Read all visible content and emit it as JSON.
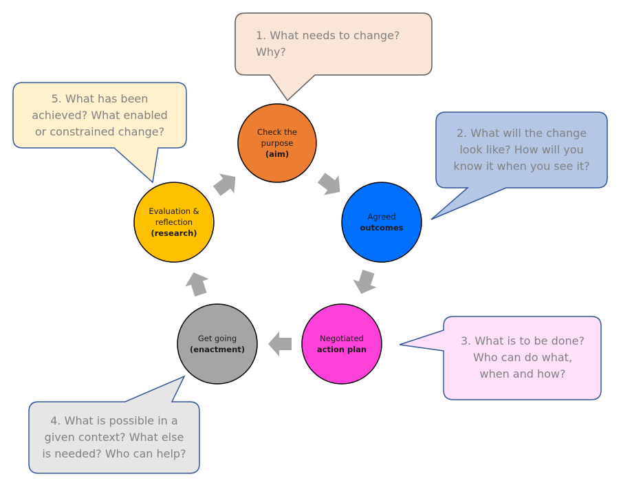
{
  "diagram": {
    "type": "cycle",
    "steps": [
      {
        "id": "aim",
        "line1": "Check the",
        "line2": "purpose",
        "bold": "(aim)",
        "color": "#ED7D31"
      },
      {
        "id": "outcomes",
        "line1": "Agreed",
        "line2": "",
        "bold": "outcomes",
        "color": "#0070FF"
      },
      {
        "id": "action-plan",
        "line1": "Negotiated",
        "line2": "",
        "bold": "action plan",
        "color": "#FF40D9"
      },
      {
        "id": "enactment",
        "line1": "Get going",
        "line2": "",
        "bold": "(enactment)",
        "color": "#A5A5A5"
      },
      {
        "id": "research",
        "line1": "Evaluation &",
        "line2": "reflection",
        "bold": "(research)",
        "color": "#FFC000"
      }
    ],
    "callouts": [
      {
        "id": "q1",
        "text": "1.   What needs to change?\n      Why?",
        "fill": "#FBE5D6",
        "stroke": "#595959"
      },
      {
        "id": "q2",
        "text": "2. What will the change\nlook like? How will you\nknow it when you see it?",
        "fill": "#B4C7E7",
        "stroke": "#2F5597"
      },
      {
        "id": "q3",
        "text": "3. What is to be done?\nWho can do what,\nwhen and how?",
        "fill": "#FFE0FA",
        "stroke": "#2F5597"
      },
      {
        "id": "q4",
        "text": "4. What is possible in a\ngiven context? What else\nis needed? Who can help?",
        "fill": "#E7E6E6",
        "stroke": "#2F5597"
      },
      {
        "id": "q5",
        "text": "5. What has been\nachieved? What enabled\nor constrained change?",
        "fill": "#FFF2CC",
        "stroke": "#2F5597"
      }
    ],
    "arrow_color": "#A6A6A6"
  }
}
